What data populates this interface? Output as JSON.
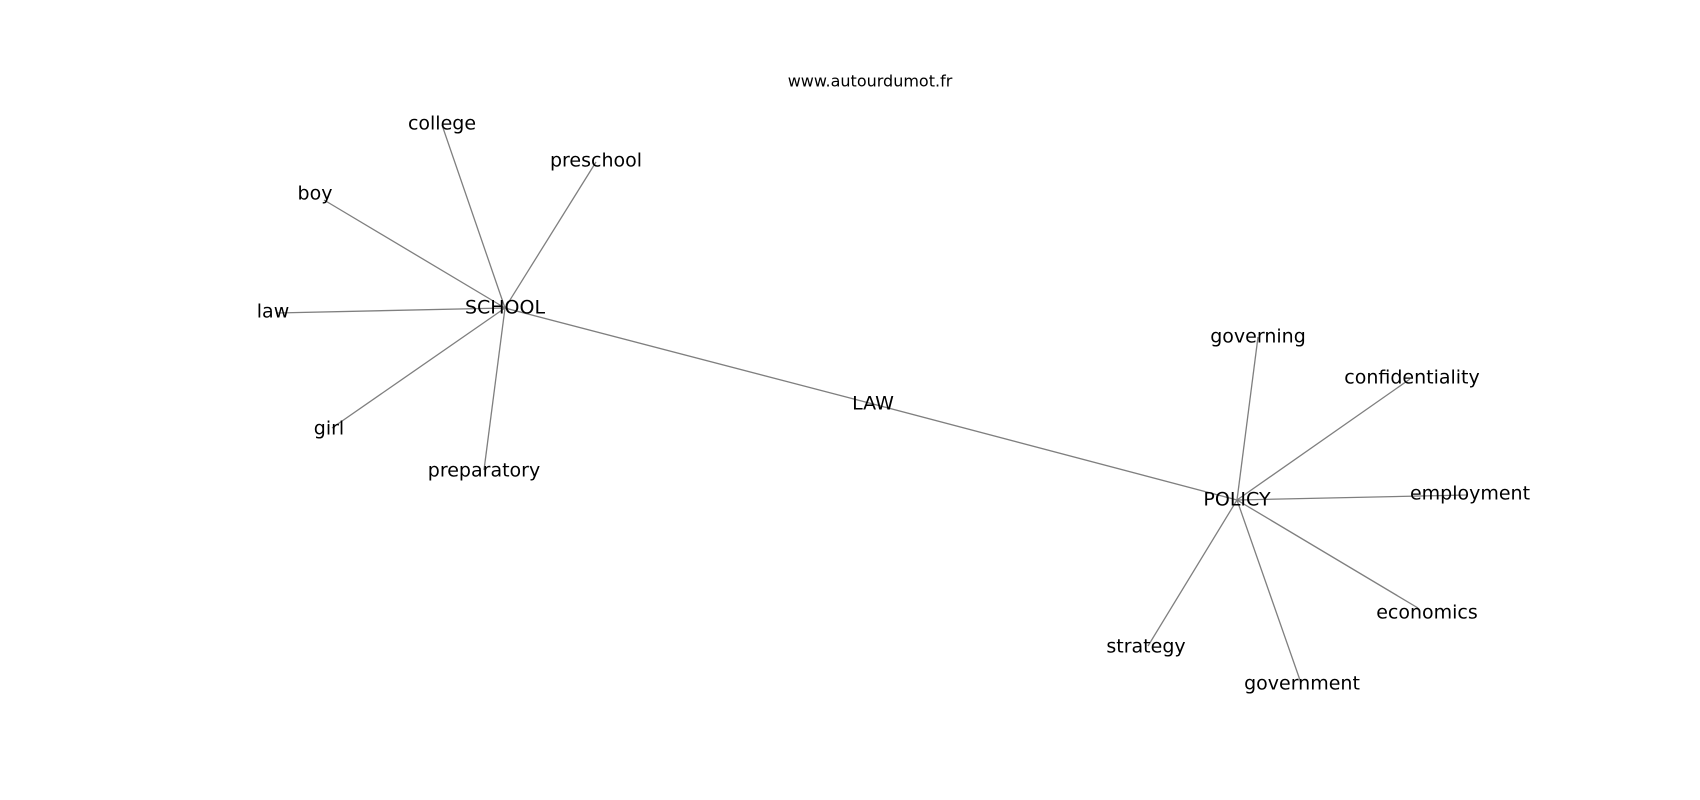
{
  "watermark": "www.autourdumot.fr",
  "graph": {
    "center": "LAW",
    "hubs": [
      {
        "label": "SCHOOL",
        "neighbors": [
          "college",
          "preschool",
          "boy",
          "law",
          "girl",
          "preparatory"
        ]
      },
      {
        "label": "POLICY",
        "neighbors": [
          "governing",
          "confidentiality",
          "employment",
          "economics",
          "government",
          "strategy"
        ]
      }
    ]
  },
  "colors": {
    "edge": "#7f7f7f",
    "text": "#000000",
    "background": "#ffffff"
  }
}
